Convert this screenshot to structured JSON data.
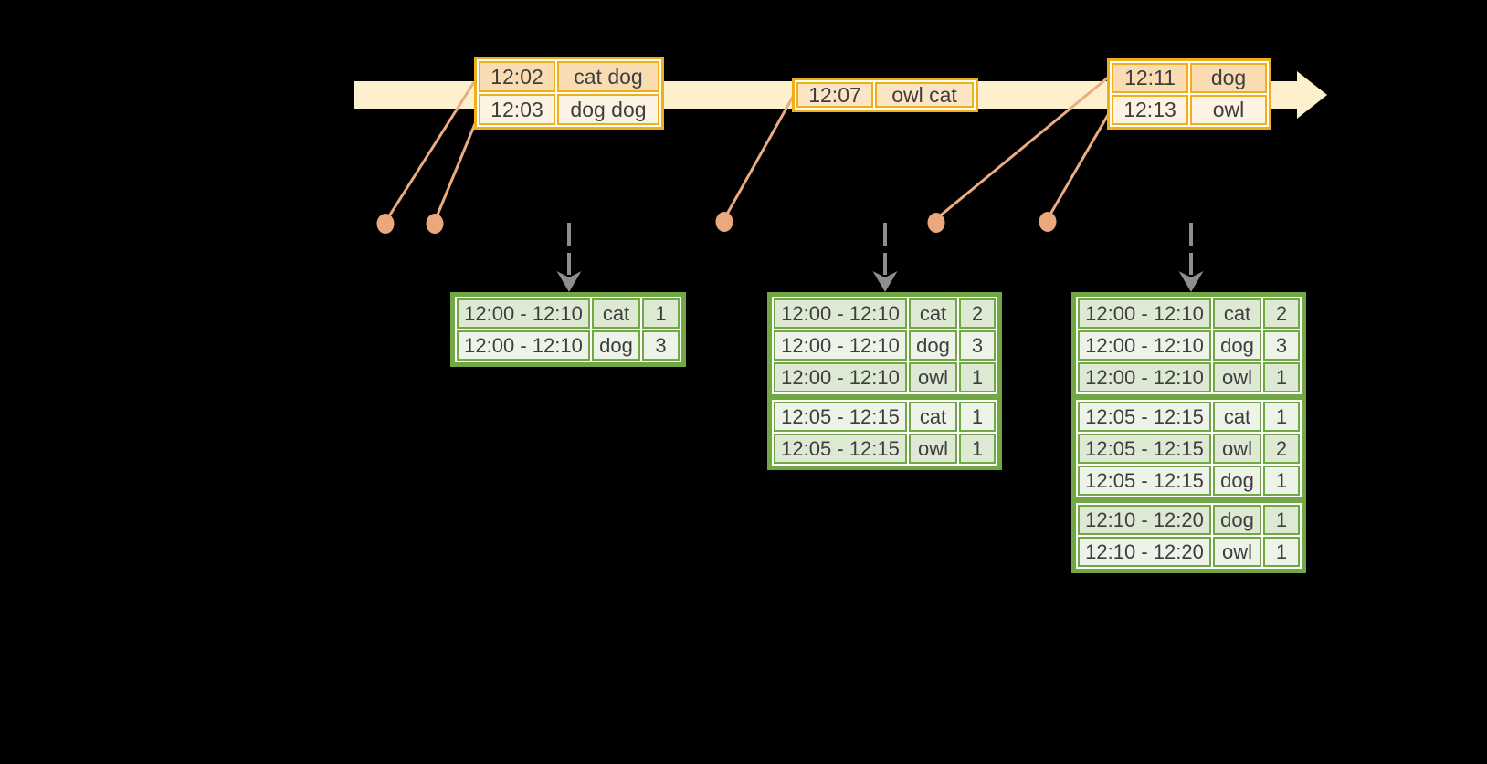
{
  "colors": {
    "background": "#000000",
    "timeline_band": "#FCF1CC",
    "event_border": "#EFAF1C",
    "result_border": "#71A745",
    "dot": "#ECA87D",
    "leader_line": "#ECAC82",
    "trigger_arrow": "#8E8E8E",
    "text": "#3E3E3E",
    "peach": "#FADCB3",
    "cream": "#FDF3E3",
    "mid": "#FBE5C5",
    "dark": "#DEE9D3",
    "light": "#EEF3E9"
  },
  "event_tables": [
    {
      "rows": [
        {
          "time": "12:02",
          "words": "cat dog",
          "fill": "peach"
        },
        {
          "time": "12:03",
          "words": "dog dog",
          "fill": "cream"
        }
      ]
    },
    {
      "rows": [
        {
          "time": "12:07",
          "words": "owl cat",
          "fill": "mid"
        }
      ]
    },
    {
      "rows": [
        {
          "time": "12:11",
          "words": "dog",
          "fill": "peach"
        },
        {
          "time": "12:13",
          "words": "owl",
          "fill": "cream"
        }
      ]
    }
  ],
  "result_tables": [
    {
      "rows": [
        {
          "window": "12:00 - 12:10",
          "word": "cat",
          "count": "1",
          "fill": "dark"
        },
        {
          "window": "12:00 - 12:10",
          "word": "dog",
          "count": "3",
          "fill": "light"
        }
      ]
    },
    {
      "rows": [
        {
          "window": "12:00 - 12:10",
          "word": "cat",
          "count": "2",
          "fill": "dark"
        },
        {
          "window": "12:00 - 12:10",
          "word": "dog",
          "count": "3",
          "fill": "light"
        },
        {
          "window": "12:00 - 12:10",
          "word": "owl",
          "count": "1",
          "fill": "dark"
        },
        {
          "window": "12:05 - 12:15",
          "word": "cat",
          "count": "1",
          "fill": "light",
          "group_start": true
        },
        {
          "window": "12:05 - 12:15",
          "word": "owl",
          "count": "1",
          "fill": "dark"
        }
      ]
    },
    {
      "rows": [
        {
          "window": "12:00 - 12:10",
          "word": "cat",
          "count": "2",
          "fill": "dark"
        },
        {
          "window": "12:00 - 12:10",
          "word": "dog",
          "count": "3",
          "fill": "light"
        },
        {
          "window": "12:00 - 12:10",
          "word": "owl",
          "count": "1",
          "fill": "dark"
        },
        {
          "window": "12:05 - 12:15",
          "word": "cat",
          "count": "1",
          "fill": "light",
          "group_start": true
        },
        {
          "window": "12:05 - 12:15",
          "word": "owl",
          "count": "2",
          "fill": "dark"
        },
        {
          "window": "12:05 - 12:15",
          "word": "dog",
          "count": "1",
          "fill": "light"
        },
        {
          "window": "12:10 - 12:20",
          "word": "dog",
          "count": "1",
          "fill": "dark",
          "group_start": true
        },
        {
          "window": "12:10 - 12:20",
          "word": "owl",
          "count": "1",
          "fill": "light"
        }
      ]
    }
  ]
}
